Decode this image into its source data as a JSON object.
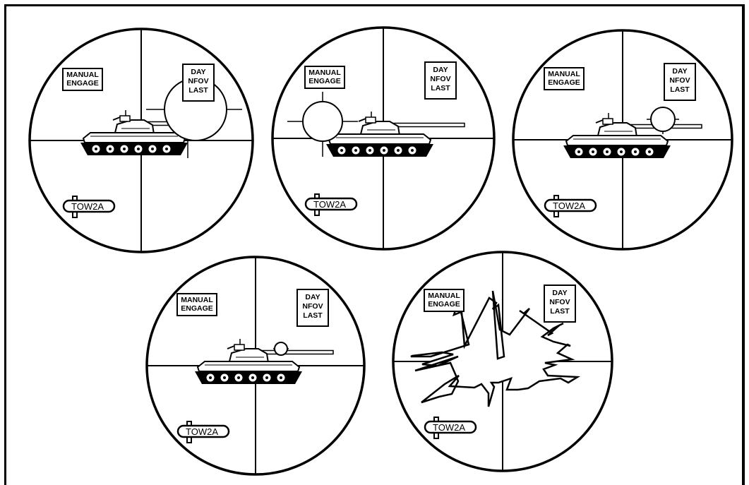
{
  "colors": {
    "ink": "#000000",
    "paper": "#ffffff"
  },
  "reticles": [
    {
      "id": "sight-1",
      "mode": [
        "MANUAL",
        "ENGAGE"
      ],
      "sensor": [
        "DAY",
        "NFOV",
        "LAST"
      ],
      "missile": "TOW2A",
      "content": "tank",
      "marker": "large-circle"
    },
    {
      "id": "sight-2",
      "mode": [
        "MANUAL",
        "ENGAGE"
      ],
      "sensor": [
        "DAY",
        "NFOV",
        "LAST"
      ],
      "missile": "TOW2A",
      "content": "tank",
      "marker": "medium-circle"
    },
    {
      "id": "sight-3",
      "mode": [
        "MANUAL",
        "ENGAGE"
      ],
      "sensor": [
        "DAY",
        "NFOV",
        "LAST"
      ],
      "missile": "TOW2A",
      "content": "tank",
      "marker": "small-circle"
    },
    {
      "id": "sight-4",
      "mode": [
        "MANUAL",
        "ENGAGE"
      ],
      "sensor": [
        "DAY",
        "NFOV",
        "LAST"
      ],
      "missile": "TOW2A",
      "content": "tank",
      "marker": "tiny-circle"
    },
    {
      "id": "sight-5",
      "mode": [
        "MANUAL",
        "ENGAGE"
      ],
      "sensor": [
        "DAY",
        "NFOV",
        "LAST"
      ],
      "missile": "TOW2A",
      "content": "explosion",
      "marker": "none"
    }
  ]
}
